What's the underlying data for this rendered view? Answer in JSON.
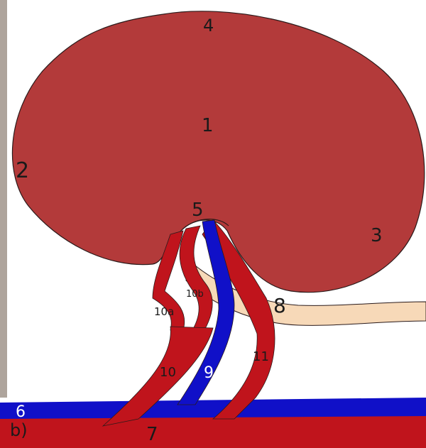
{
  "diagram": {
    "panel_label": "b)",
    "labels": {
      "l1": "1",
      "l2": "2",
      "l3": "3",
      "l4": "4",
      "l5": "5",
      "l6": "6",
      "l7": "7",
      "l8": "8",
      "l9": "9",
      "l10": "10",
      "l10a": "10a",
      "l10b": "10b",
      "l11": "11"
    },
    "colors": {
      "organ": "#b33a3a",
      "organ_outline": "#2a1a1a",
      "artery": "#c0141c",
      "vein": "#1010c8",
      "duct": "#f7d9b8",
      "artery_trunk": "#c0141c",
      "vein_trunk": "#1010c8",
      "background": "#ffffff",
      "left_edge_photo": "#6b5a4a"
    }
  }
}
